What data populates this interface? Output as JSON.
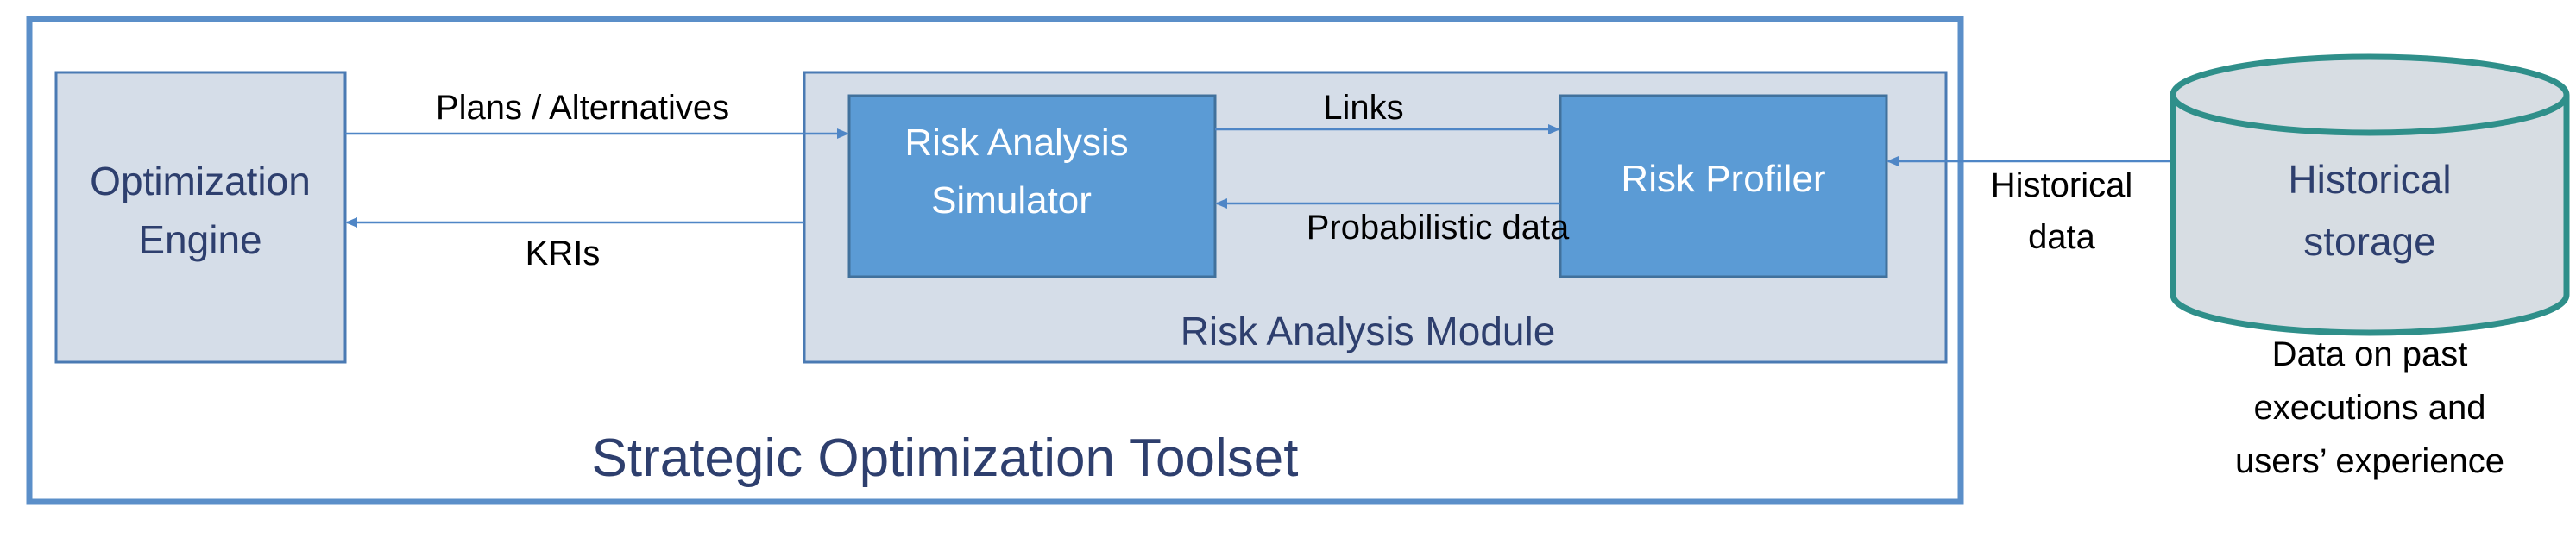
{
  "toolset": {
    "title": "Strategic Optimization Toolset"
  },
  "optimization_engine": {
    "line1": "Optimization",
    "line2": "Engine"
  },
  "risk_module": {
    "label": "Risk Analysis Module",
    "simulator": {
      "line1": "Risk Analysis",
      "line2": "Simulator"
    },
    "profiler": {
      "label": "Risk Profiler"
    }
  },
  "storage": {
    "line1": "Historical",
    "line2": "storage",
    "caption_line1": "Data on past",
    "caption_line2": "executions and",
    "caption_line3": "users’ experience"
  },
  "arrows": {
    "plans": "Plans / Alternatives",
    "kris": "KRIs",
    "links": "Links",
    "probabilistic": "Probabilistic data",
    "historical_line1": "Historical",
    "historical_line2": "data"
  },
  "colors": {
    "toolset_border": "#5b8fc9",
    "box_fill": "#d5dde8",
    "box_border": "#4a7ab3",
    "inner_box_fill": "#5b9bd5",
    "inner_box_border": "#41719c",
    "title_text": "#2e3f6e",
    "arrow": "#4f86c6",
    "cylinder_fill": "#d7dde3",
    "cylinder_border": "#2f8f8a"
  }
}
